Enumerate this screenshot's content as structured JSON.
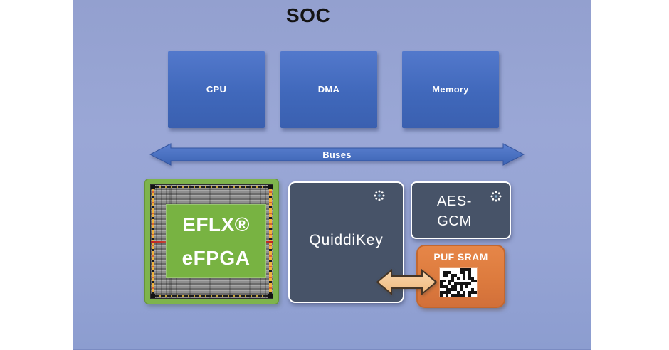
{
  "title": "SOC",
  "soc_blocks": [
    {
      "label": "CPU"
    },
    {
      "label": "DMA"
    },
    {
      "label": "Memory"
    }
  ],
  "bus": {
    "label": "Buses"
  },
  "efpga": {
    "line1": "EFLX®",
    "line2": "eFPGA"
  },
  "quiddikey": {
    "label": "QuiddiKey",
    "icon": "intrinsic-id-dots-icon"
  },
  "aes_gcm": {
    "line1": "AES-",
    "line2": "GCM",
    "icon": "intrinsic-id-dots-icon"
  },
  "puf_sram": {
    "label": "PUF SRAM",
    "icon": "sram-fingerprint-pattern"
  },
  "colors": {
    "background_periwinkle": "#97A4D4",
    "block_blue": "#4470C4",
    "module_slate": "#475368",
    "efpga_green": "#7CB34A",
    "puf_orange": "#DE7E3E",
    "transfer_arrow_peach": "#F5C493",
    "bus_arrow_blue": "#4470C4",
    "text_light": "#FFFFFF",
    "title_text": "#141414"
  }
}
